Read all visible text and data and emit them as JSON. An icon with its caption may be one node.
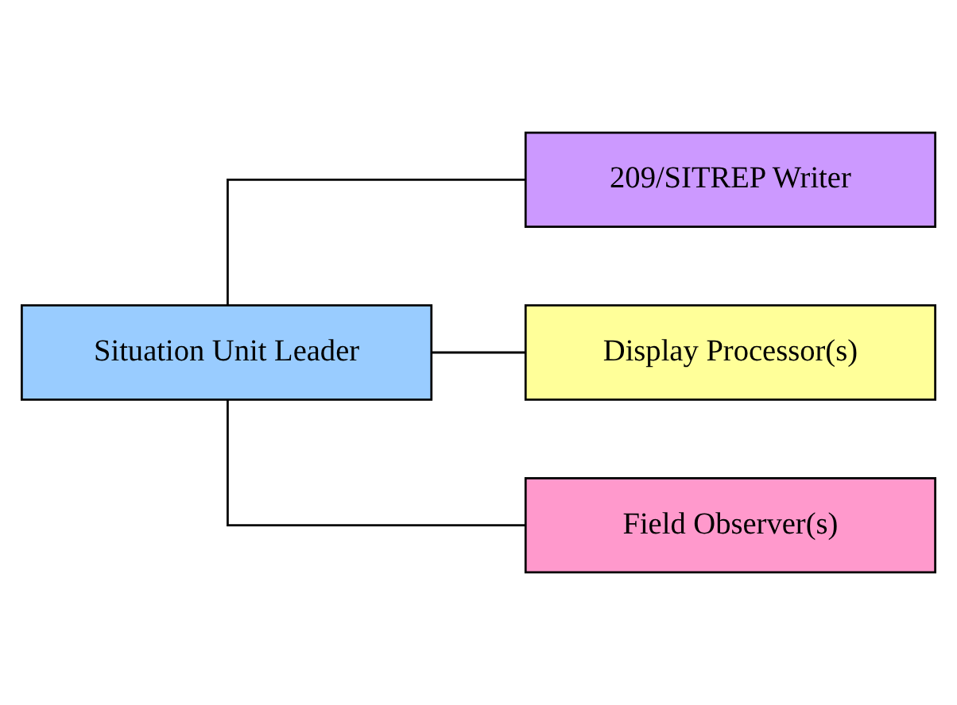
{
  "diagram": {
    "nodes": [
      {
        "text": [
          "Situation Unit Leader"
        ]
      },
      {
        "text": [
          "209/SITREP Writer"
        ]
      },
      {
        "text": [
          "Display Processor(s)"
        ]
      },
      {
        "text": [
          "Field Observer(s)"
        ]
      }
    ],
    "edges": [
      {
        "from": 0,
        "to": 1,
        "arrow": "none"
      },
      {
        "from": 0,
        "to": 2,
        "arrow": "none"
      },
      {
        "from": 0,
        "to": 3,
        "arrow": "none"
      }
    ]
  }
}
